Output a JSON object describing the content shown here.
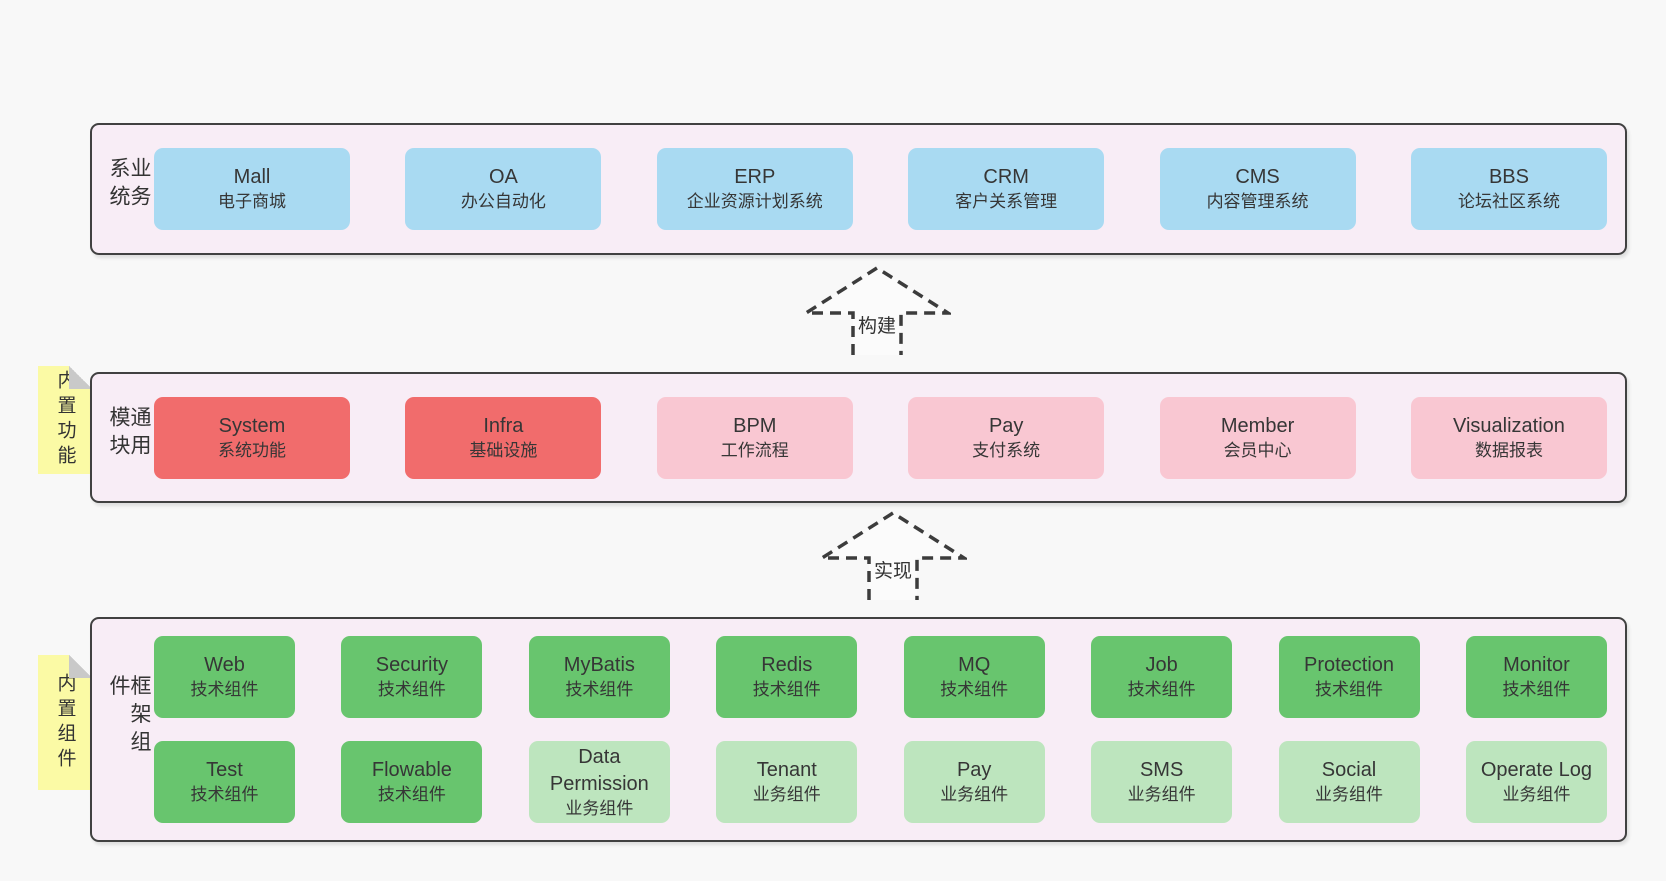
{
  "colors": {
    "blue": "#a9daf2",
    "red": "#f16c6c",
    "pink": "#f9c7d2",
    "green": "#68c56e",
    "lightgreen": "#bde5be",
    "container": "#f8edf6",
    "note": "#fbfaa5",
    "arrow_stroke": "#3c3c3c"
  },
  "arrows": [
    {
      "label": "构建"
    },
    {
      "label": "实现"
    }
  ],
  "layers": [
    {
      "id": "business-systems",
      "label": "业务系统",
      "note": "",
      "rows": [
        [
          {
            "title": "Mall",
            "subtitle": "电子商城",
            "variant": "blue"
          },
          {
            "title": "OA",
            "subtitle": "办公自动化",
            "variant": "blue"
          },
          {
            "title": "ERP",
            "subtitle": "企业资源计划系统",
            "variant": "blue"
          },
          {
            "title": "CRM",
            "subtitle": "客户关系管理",
            "variant": "blue"
          },
          {
            "title": "CMS",
            "subtitle": "内容管理系统",
            "variant": "blue"
          },
          {
            "title": "BBS",
            "subtitle": "论坛社区系统",
            "variant": "blue"
          }
        ]
      ]
    },
    {
      "id": "common-modules",
      "label": "通用模块",
      "note": "内置功能",
      "rows": [
        [
          {
            "title": "System",
            "subtitle": "系统功能",
            "variant": "red"
          },
          {
            "title": "Infra",
            "subtitle": "基础设施",
            "variant": "red"
          },
          {
            "title": "BPM",
            "subtitle": "工作流程",
            "variant": "pink"
          },
          {
            "title": "Pay",
            "subtitle": "支付系统",
            "variant": "pink"
          },
          {
            "title": "Member",
            "subtitle": "会员中心",
            "variant": "pink"
          },
          {
            "title": "Visualization",
            "subtitle": "数据报表",
            "variant": "pink"
          }
        ]
      ]
    },
    {
      "id": "framework-components",
      "label": "框架组件",
      "note": "内置组件",
      "rows": [
        [
          {
            "title": "Web",
            "subtitle": "技术组件",
            "variant": "green"
          },
          {
            "title": "Security",
            "subtitle": "技术组件",
            "variant": "green"
          },
          {
            "title": "MyBatis",
            "subtitle": "技术组件",
            "variant": "green"
          },
          {
            "title": "Redis",
            "subtitle": "技术组件",
            "variant": "green"
          },
          {
            "title": "MQ",
            "subtitle": "技术组件",
            "variant": "green"
          },
          {
            "title": "Job",
            "subtitle": "技术组件",
            "variant": "green"
          },
          {
            "title": "Protection",
            "subtitle": "技术组件",
            "variant": "green"
          },
          {
            "title": "Monitor",
            "subtitle": "技术组件",
            "variant": "green"
          }
        ],
        [
          {
            "title": "Test",
            "subtitle": "技术组件",
            "variant": "green"
          },
          {
            "title": "Flowable",
            "subtitle": "技术组件",
            "variant": "green"
          },
          {
            "title": "Data Permission",
            "subtitle": "业务组件",
            "variant": "lightgreen"
          },
          {
            "title": "Tenant",
            "subtitle": "业务组件",
            "variant": "lightgreen"
          },
          {
            "title": "Pay",
            "subtitle": "业务组件",
            "variant": "lightgreen"
          },
          {
            "title": "SMS",
            "subtitle": "业务组件",
            "variant": "lightgreen"
          },
          {
            "title": "Social",
            "subtitle": "业务组件",
            "variant": "lightgreen"
          },
          {
            "title": "Operate Log",
            "subtitle": "业务组件",
            "variant": "lightgreen"
          }
        ]
      ]
    }
  ]
}
